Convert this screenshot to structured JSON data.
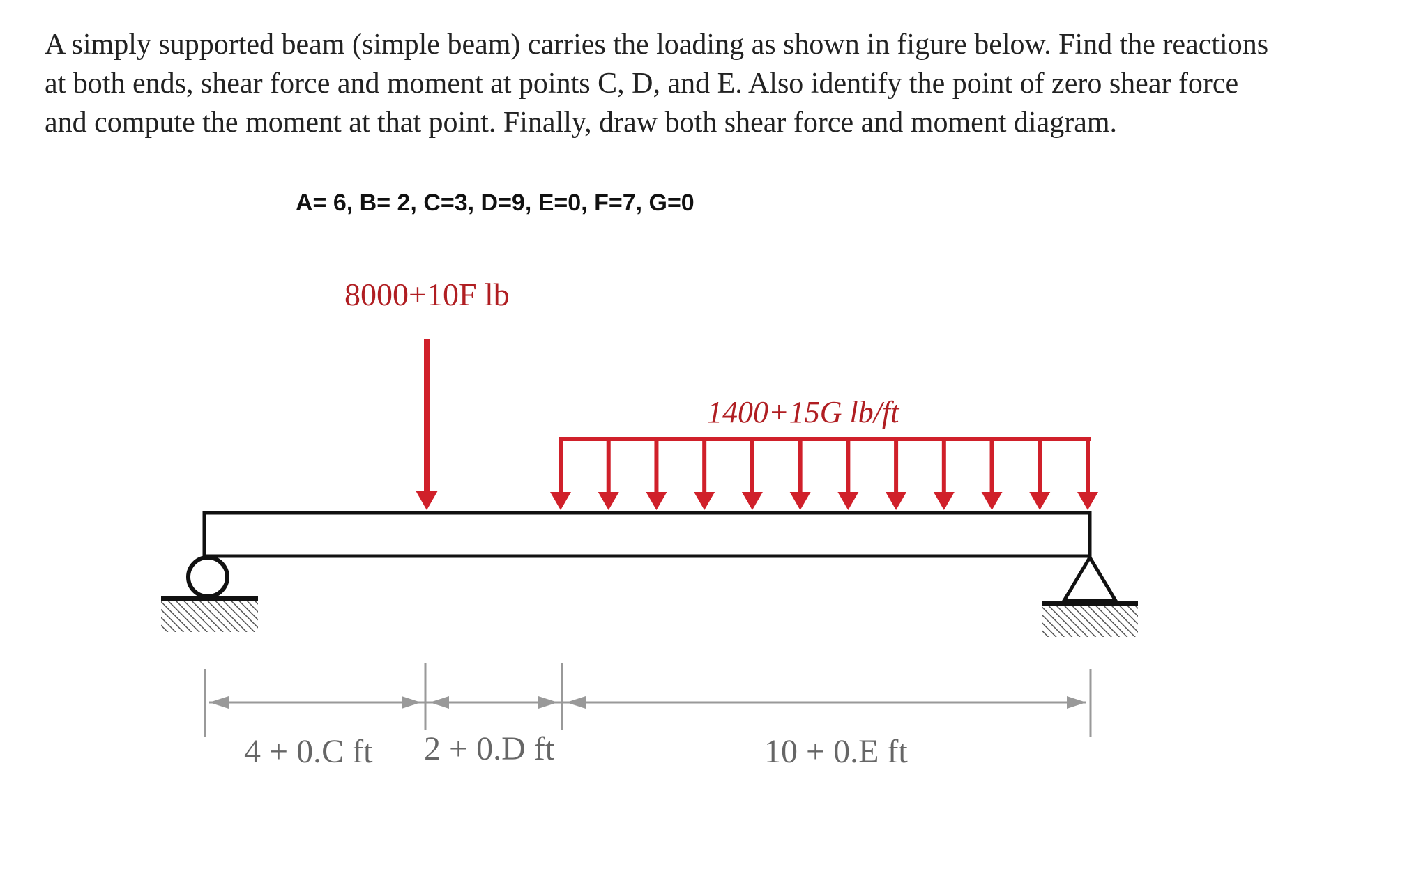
{
  "problem": {
    "text": "A simply supported beam (simple beam) carries the loading as shown in figure below. Find the reactions at both ends, shear force and moment at points C, D, and E. Also identify the point of zero shear force and compute the moment at that point. Finally, draw both shear force and moment diagram."
  },
  "params": {
    "text": "A= 6, B= 2, C=3, D=9, E=0, F=7, G=0"
  },
  "diagram": {
    "point_load_label": "8000+10F lb",
    "dist_load_label": "1400+15G lb/ft",
    "dim1_label": "4 + 0.C ft",
    "dim2_label": "2 + 0.D ft",
    "dim3_label": "10 + 0.E ft",
    "load_color": "#d0202a",
    "label_color": "#b01e22",
    "dim_color": "#999999"
  }
}
